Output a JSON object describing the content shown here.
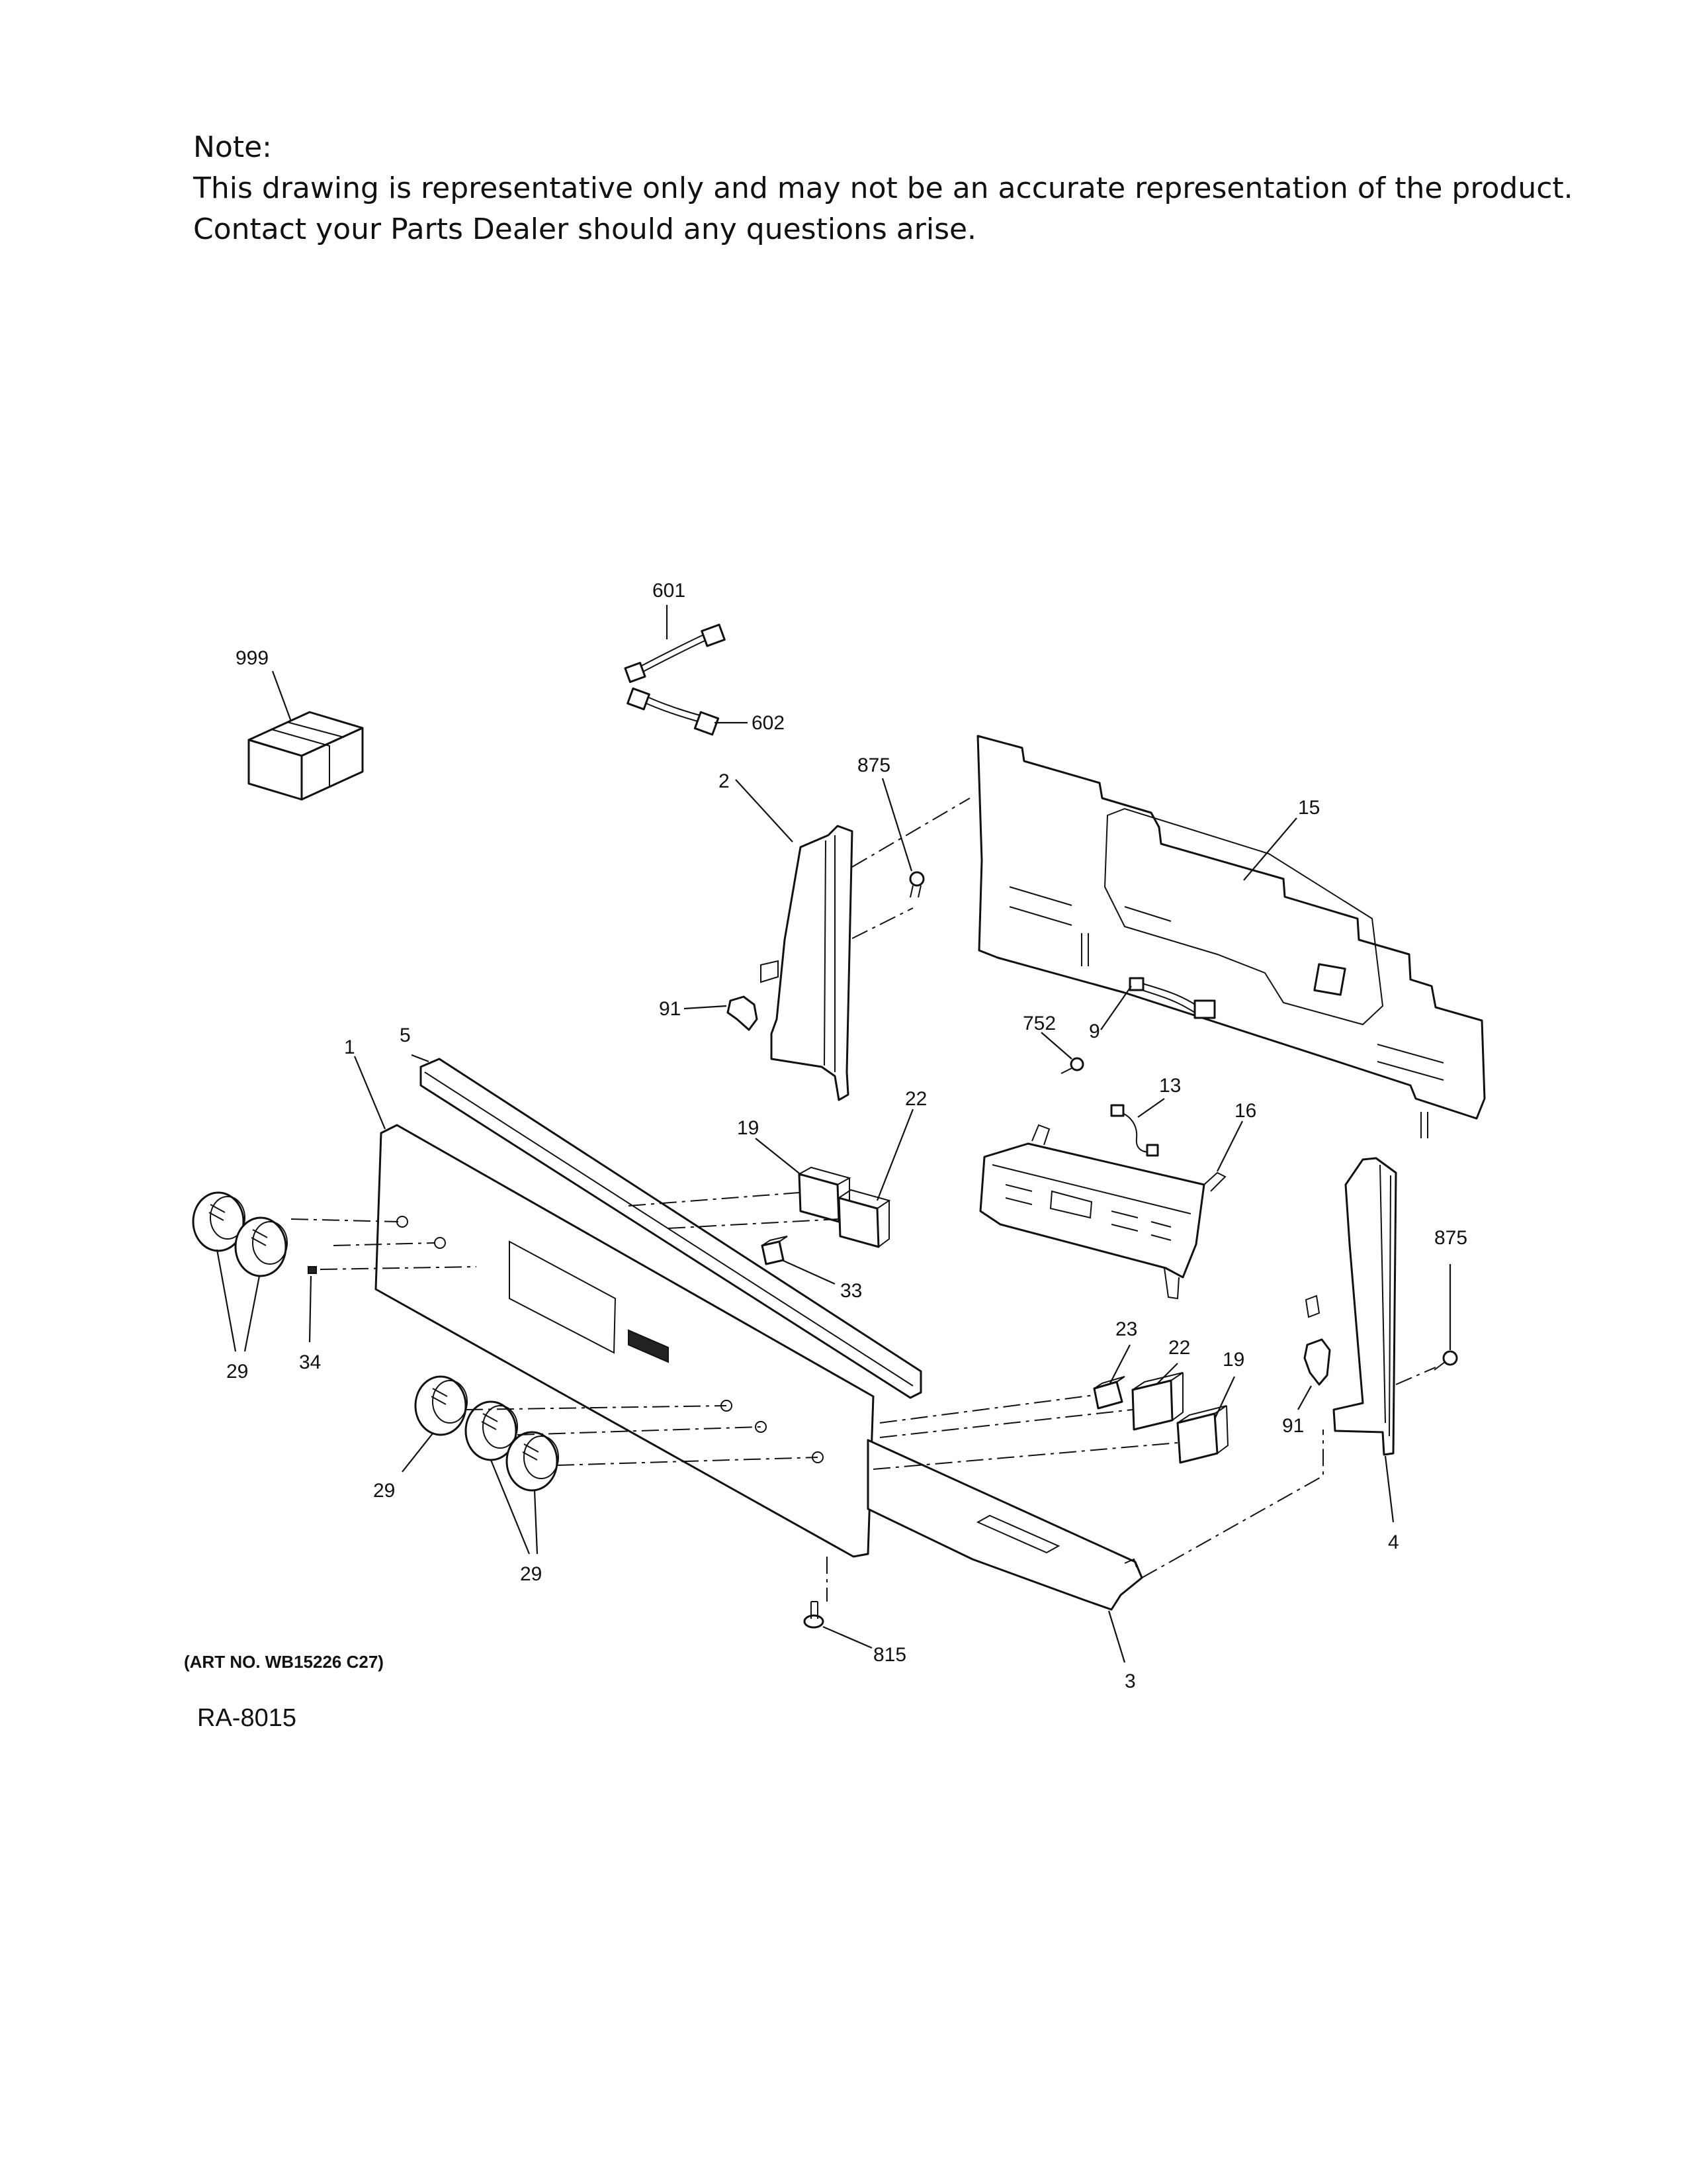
{
  "note": {
    "heading": "Note:",
    "line1": "This drawing is representative only and may not be an accurate representation of the product.",
    "line2": "Contact your Parts Dealer should any questions arise."
  },
  "labels": {
    "p601": "601",
    "p602": "602",
    "p999": "999",
    "p875a": "875",
    "p2": "2",
    "p15": "15",
    "p91a": "91",
    "p752": "752",
    "p9": "9",
    "p13": "13",
    "p16": "16",
    "p5": "5",
    "p1": "1",
    "p19a": "19",
    "p22a": "22",
    "p33": "33",
    "p29a": "29",
    "p34": "34",
    "p875b": "875",
    "p23": "23",
    "p22b": "22",
    "p19b": "19",
    "p91b": "91",
    "p4": "4",
    "p29b": "29",
    "p29c": "29",
    "p815": "815",
    "p3": "3"
  },
  "art_number": "(ART NO. WB15226 C27)",
  "drawing_id": "RA-8015"
}
